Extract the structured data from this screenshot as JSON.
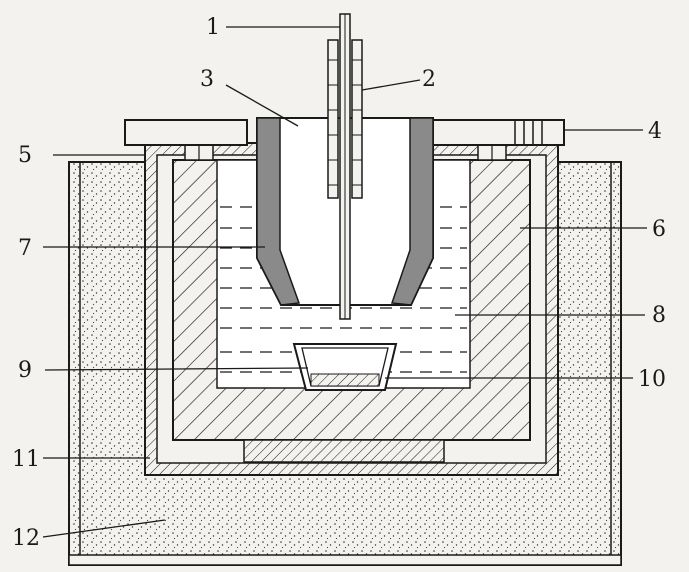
{
  "labels": {
    "l1": "1",
    "l2": "2",
    "l3": "3",
    "l4": "4",
    "l5": "5",
    "l6": "6",
    "l7": "7",
    "l8": "8",
    "l9": "9",
    "l10": "10",
    "l11": "11",
    "l12": "12"
  },
  "colors": {
    "ink": "#1a1a1a",
    "paper": "#f4f2ee",
    "graphite": "#8a8a8a",
    "melt": "#ffffff"
  }
}
